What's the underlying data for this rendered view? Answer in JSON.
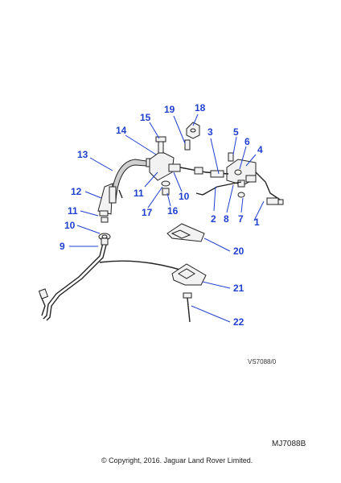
{
  "diagram": {
    "callouts": [
      {
        "id": "1",
        "label": "1"
      },
      {
        "id": "2",
        "label": "2"
      },
      {
        "id": "3",
        "label": "3"
      },
      {
        "id": "4",
        "label": "4"
      },
      {
        "id": "5",
        "label": "5"
      },
      {
        "id": "6",
        "label": "6"
      },
      {
        "id": "7",
        "label": "7"
      },
      {
        "id": "8",
        "label": "8"
      },
      {
        "id": "9",
        "label": "9"
      },
      {
        "id": "10a",
        "label": "10"
      },
      {
        "id": "10b",
        "label": "10"
      },
      {
        "id": "11a",
        "label": "11"
      },
      {
        "id": "11b",
        "label": "11"
      },
      {
        "id": "12",
        "label": "12"
      },
      {
        "id": "13",
        "label": "13"
      },
      {
        "id": "14",
        "label": "14"
      },
      {
        "id": "15",
        "label": "15"
      },
      {
        "id": "16",
        "label": "16"
      },
      {
        "id": "17",
        "label": "17"
      },
      {
        "id": "18",
        "label": "18"
      },
      {
        "id": "19",
        "label": "19"
      },
      {
        "id": "20",
        "label": "20"
      },
      {
        "id": "21",
        "label": "21"
      },
      {
        "id": "22",
        "label": "22"
      }
    ],
    "drawing_code": "VS7088/0"
  },
  "footer": {
    "reference": "MJ7088B",
    "copyright": "© Copyright, 2016. Jaguar Land Rover Limited."
  },
  "colors": {
    "callout": "#1f3fcf",
    "line": "#222222"
  }
}
